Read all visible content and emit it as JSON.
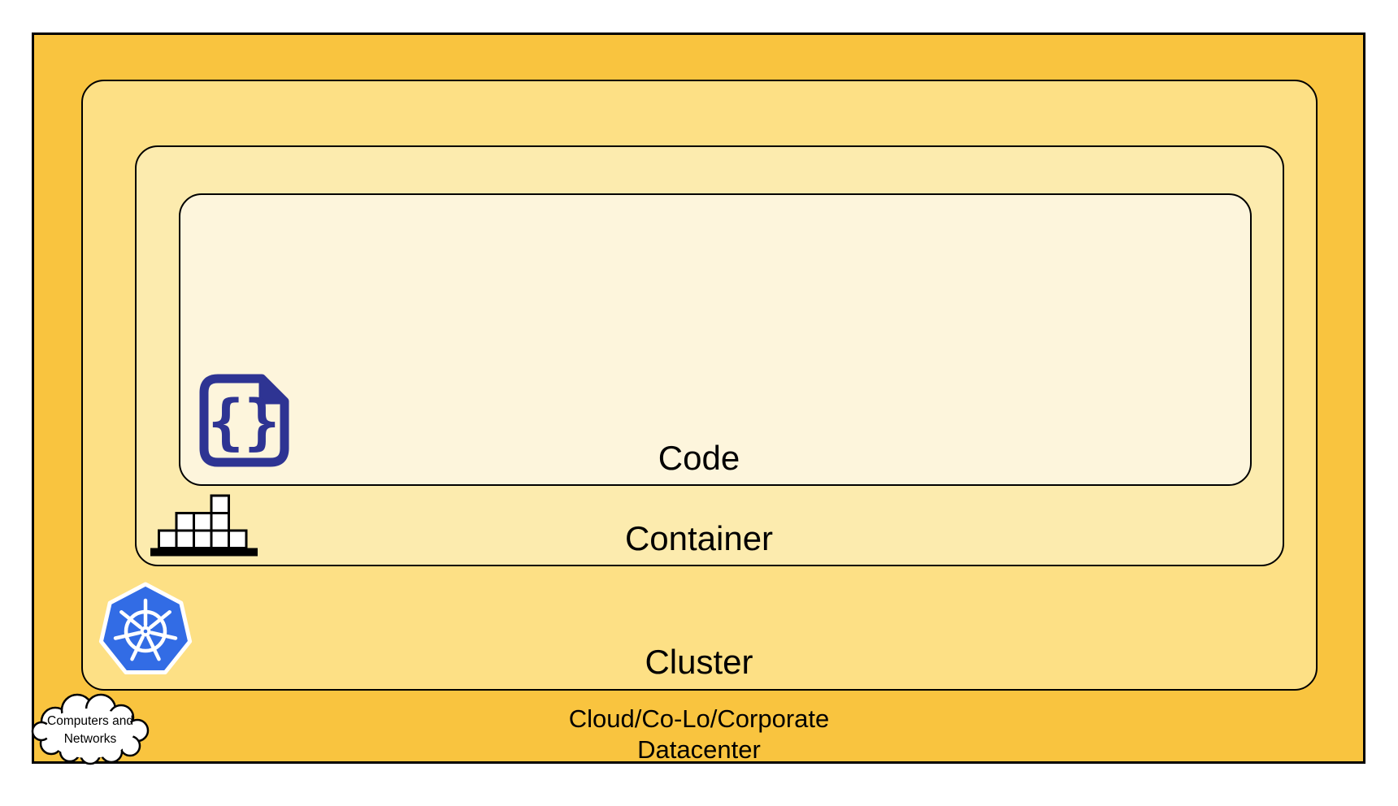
{
  "diagram": {
    "title_implicit": "Code / Container / Cluster / Cloud nesting diagram",
    "labels": {
      "code": "Code",
      "container": "Container",
      "cluster": "Cluster",
      "datacenter_line1": "Cloud/Co-Lo/Corporate",
      "datacenter_line2": "Datacenter",
      "cloud_line1": "Computers and",
      "cloud_line2": "Networks",
      "code_icon_glyph": "{}"
    },
    "colors": {
      "datacenter_fill": "#F9C43F",
      "cluster_fill": "#FDE085",
      "container_fill": "#FCEBAE",
      "code_fill": "#FDF5DC",
      "outline": "#000000",
      "code_icon_navy": "#2E3493",
      "kubernetes_blue": "#326CE5",
      "box_fill": "#FFFFFF",
      "cloud_fill": "#FFFFFF"
    },
    "icons": {
      "code": "code-file-icon",
      "container": "container-boxes-icon",
      "cluster": "kubernetes-icon",
      "datacenter": "cloud-icon"
    }
  }
}
